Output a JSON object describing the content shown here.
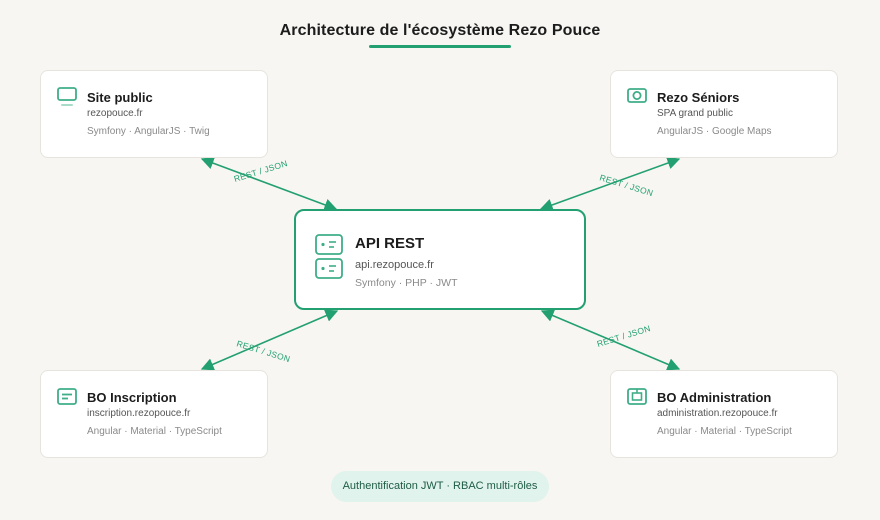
{
  "title": "Architecture de l'écosystème Rezo Pouce",
  "colors": {
    "accent": "#23a072",
    "background": "#f7f6f2",
    "card": "#ffffff",
    "card_border": "#e6e4dd",
    "pill_bg": "#e0f3ec",
    "pill_text": "#1e5c45"
  },
  "center": {
    "name": "API REST",
    "host": "api.rezopouce.fr",
    "stack": "Symfony · PHP · JWT",
    "icon": "server-icon"
  },
  "nodes": [
    {
      "id": "site-public",
      "name": "Site public",
      "host": "rezopouce.fr",
      "stack": "Symfony · AngularJS · Twig",
      "icon": "monitor-icon"
    },
    {
      "id": "rezo-seniors",
      "name": "Rezo Séniors",
      "host": "SPA grand public",
      "stack": "AngularJS · Google Maps",
      "icon": "camera-icon"
    },
    {
      "id": "bo-inscription",
      "name": "BO Inscription",
      "host": "inscription.rezopouce.fr",
      "stack": "Angular · Material · TypeScript",
      "icon": "form-icon"
    },
    {
      "id": "bo-administration",
      "name": "BO Administration",
      "host": "administration.rezopouce.fr",
      "stack": "Angular · Material · TypeScript",
      "icon": "admin-panel-icon"
    }
  ],
  "links": [
    {
      "from": "site-public",
      "to": "api-rest",
      "label": "REST / JSON",
      "bidirectional": true
    },
    {
      "from": "rezo-seniors",
      "to": "api-rest",
      "label": "REST / JSON",
      "bidirectional": true
    },
    {
      "from": "bo-inscription",
      "to": "api-rest",
      "label": "REST / JSON",
      "bidirectional": true
    },
    {
      "from": "bo-administration",
      "to": "api-rest",
      "label": "REST / JSON",
      "bidirectional": true
    }
  ],
  "footer": "Authentification JWT · RBAC multi-rôles"
}
